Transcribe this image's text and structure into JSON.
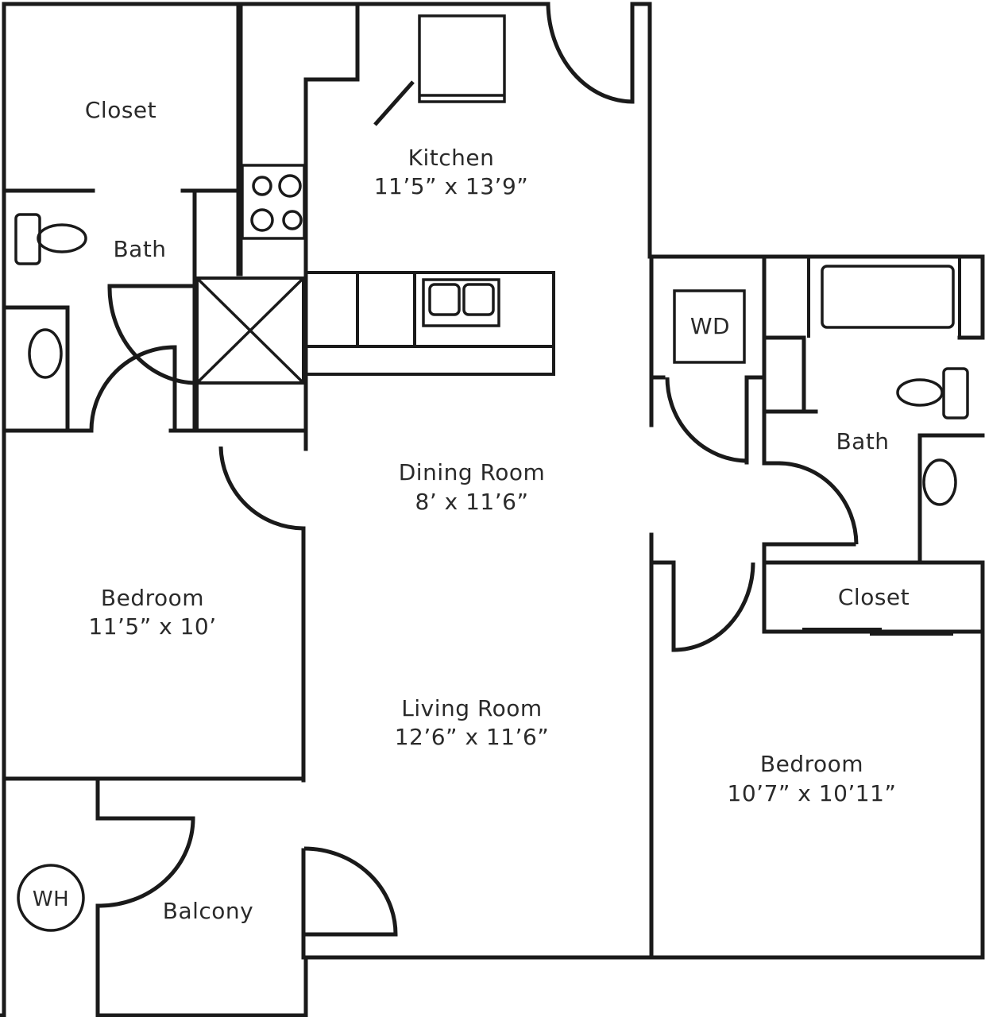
{
  "colors": {
    "line": "#1a1a1a",
    "text": "#2a2a2a",
    "background": "#ffffff"
  },
  "rooms": {
    "closet_nw": {
      "name": "Closet"
    },
    "bath_west": {
      "name": "Bath"
    },
    "kitchen": {
      "name": "Kitchen",
      "size": "11’5” x 13’9”"
    },
    "dining": {
      "name": "Dining Room",
      "size": "8’ x 11’6”"
    },
    "bedroom_west": {
      "name": "Bedroom",
      "size": "11’5” x 10’"
    },
    "living": {
      "name": "Living Room",
      "size": "12’6” x 11’6”"
    },
    "balcony": {
      "name": "Balcony"
    },
    "water_heater": {
      "name": "WH"
    },
    "washer_dryer": {
      "name": "WD"
    },
    "bath_east": {
      "name": "Bath"
    },
    "closet_east": {
      "name": "Closet"
    },
    "bedroom_east": {
      "name": "Bedroom",
      "size": "10’7” x 10’11”"
    }
  }
}
